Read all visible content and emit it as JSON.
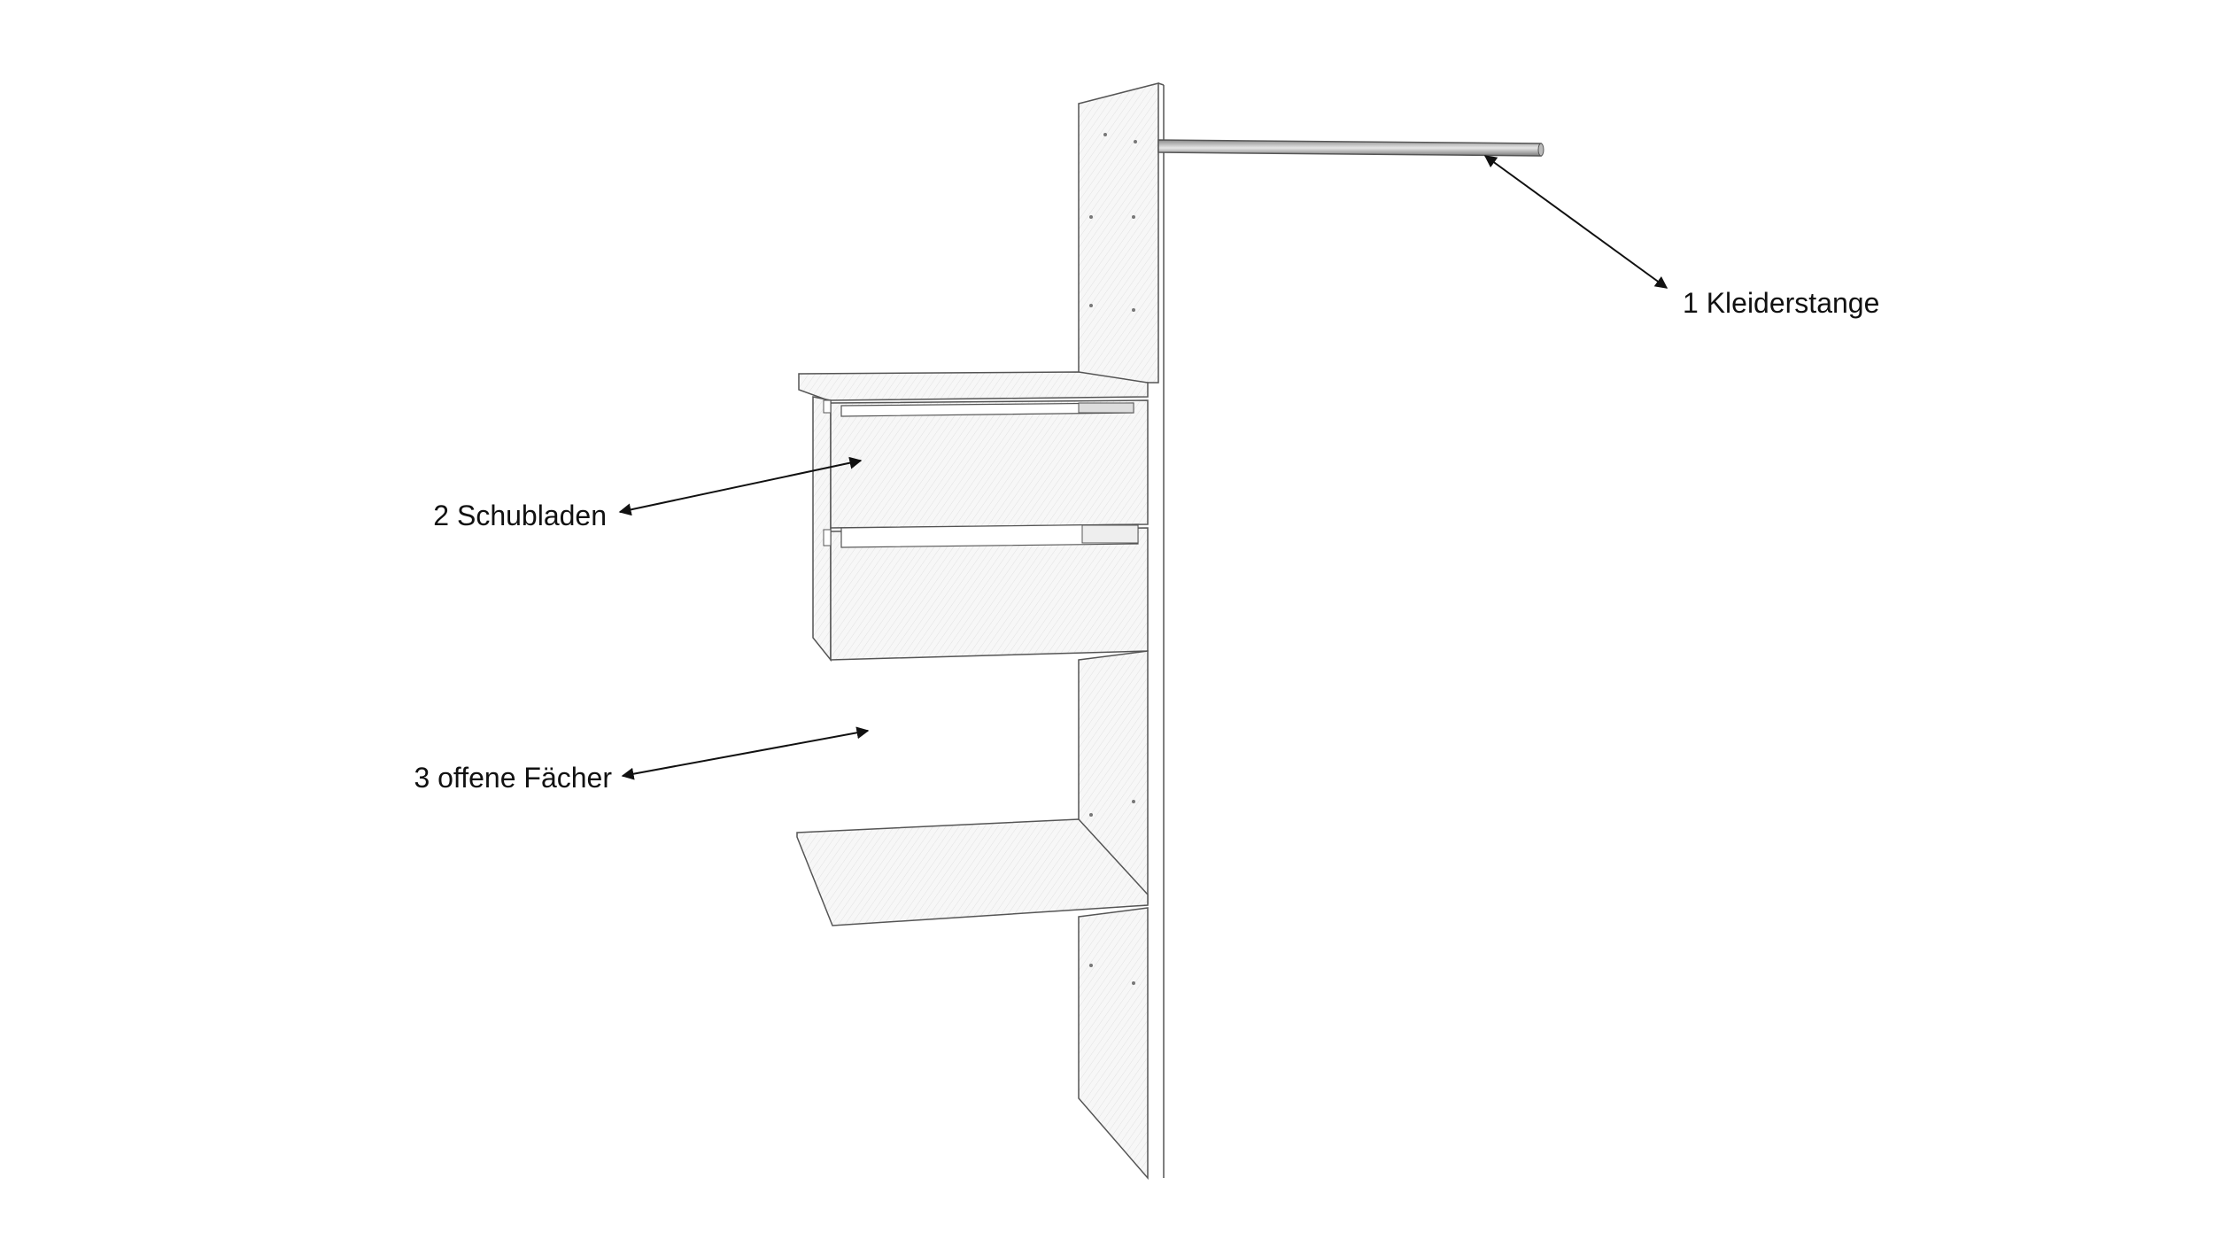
{
  "diagram": {
    "callouts": [
      {
        "id": "rod",
        "text": "1 Kleiderstange"
      },
      {
        "id": "drawers",
        "text": "2 Schubladen"
      },
      {
        "id": "shelves",
        "text": "3 offene Fächer"
      }
    ]
  },
  "colors": {
    "background": "#ffffff",
    "outline": "#555555",
    "panel_fill": "#f7f7f7",
    "hatch": "#e6e6e6",
    "arrow": "#111111",
    "rod_dark": "#7a7a7a",
    "rod_light": "#d0d0d0"
  }
}
